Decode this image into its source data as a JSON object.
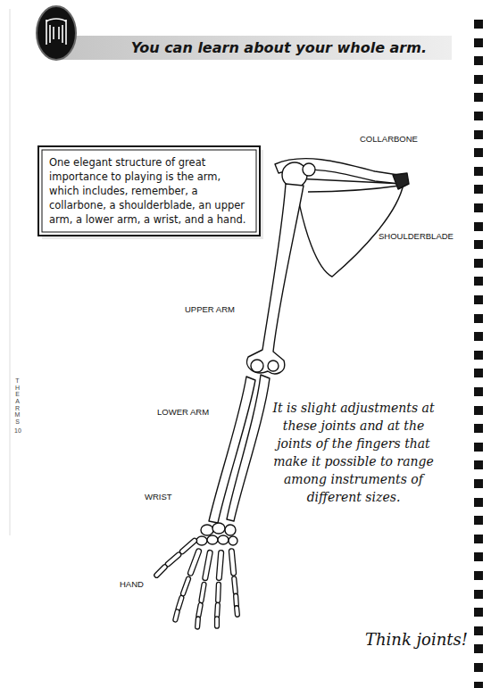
{
  "diagram": {
    "nodes": [
      {
        "text": [
          "You can learn about your whole arm."
        ]
      },
      {
        "text": [
          "One elegant structure of great importance to playing is the arm, which includes, remember, a collarbone, a shoulderblade, an upper arm, a lower arm, a wrist, and a hand."
        ]
      }
    ],
    "labels": [
      "COLLARBONE",
      "SHOULDERBLADE",
      "UPPER ARM",
      "LOWER ARM",
      "WRIST",
      "HAND",
      "It is slight adjustments at these joints and at the joints of the fingers that make it possible to range among instruments of different sizes.",
      "Think joints!",
      "THE ARMS",
      "10"
    ]
  }
}
